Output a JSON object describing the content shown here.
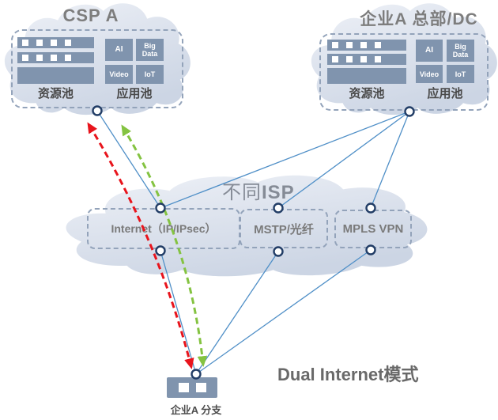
{
  "clouds": {
    "csp": {
      "title": "CSP A",
      "resource_pool_label": "资源池",
      "app_pool_label": "应用池",
      "apps": [
        "AI",
        "Big Data",
        "Video",
        "IoT"
      ]
    },
    "hq": {
      "title": "企业A 总部/DC",
      "resource_pool_label": "资源池",
      "app_pool_label": "应用池",
      "apps": [
        "AI",
        "Big Data",
        "Video",
        "IoT"
      ]
    },
    "isp": {
      "title_regular": "不同",
      "title_bold": "ISP",
      "links": [
        "Internet（IP/IPsec）",
        "MSTP/光纤",
        "MPLS VPN"
      ]
    }
  },
  "branch": {
    "label": "企业A 分支"
  },
  "caption": "Dual Internet模式",
  "colors": {
    "cloud_light": "#edf0f6",
    "cloud_dark": "#cfd7e5",
    "slate": "#8094ae",
    "dashed_border": "#93a3ba",
    "link_blue": "#4f8fc7",
    "arrow_red": "#e8141c",
    "arrow_green": "#84c341",
    "node_stroke": "#223d66"
  }
}
